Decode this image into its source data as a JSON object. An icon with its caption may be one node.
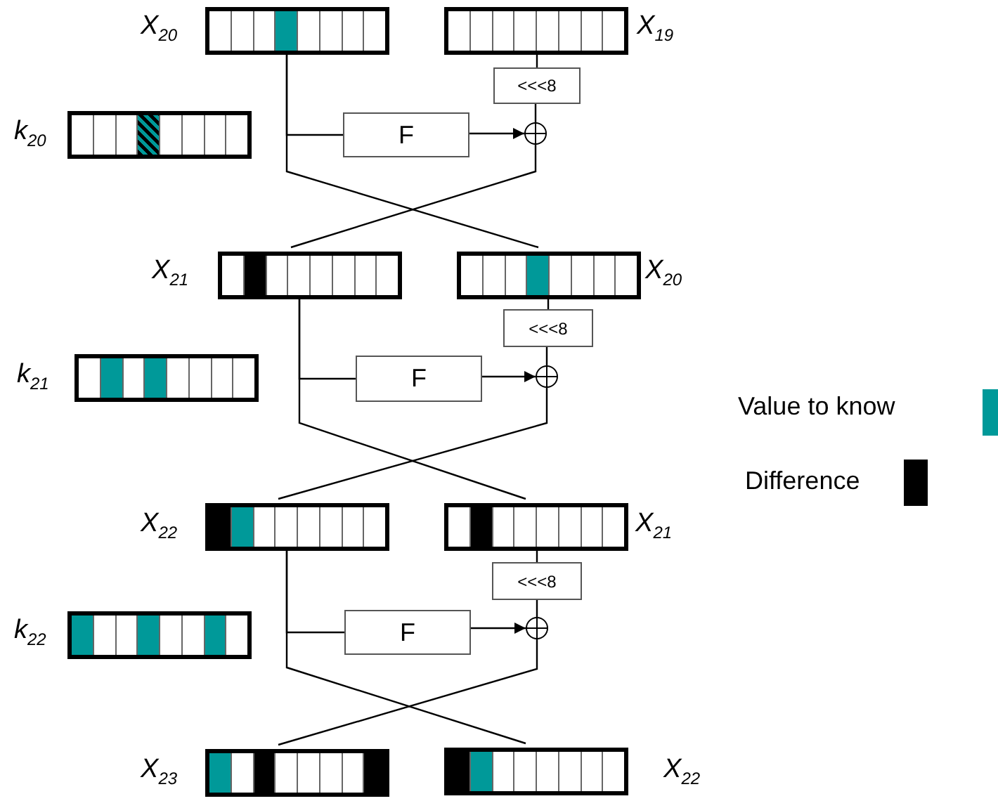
{
  "diagram": {
    "nodes": [
      {
        "text": [],
        "shape": "bar",
        "beside": [
          "X$_{20}$"
        ]
      },
      {
        "text": [],
        "shape": "bar",
        "beside": [
          "X$_{19}$"
        ]
      },
      {
        "text": [
          "<<<8"
        ]
      },
      {
        "text": [],
        "shape": "bar",
        "beside": [
          "k$_{20}$"
        ]
      },
      {
        "text": [
          "F"
        ]
      },
      {
        "text": [],
        "shape": "circle"
      },
      {
        "text": [],
        "shape": "bar",
        "beside": [
          "X$_{21}$"
        ]
      },
      {
        "text": [],
        "shape": "bar",
        "beside": [
          "X$_{20}$"
        ]
      },
      {
        "text": [
          "<<<8"
        ]
      },
      {
        "text": [],
        "shape": "bar",
        "beside": [
          "k$_{21}$"
        ]
      },
      {
        "text": [
          "F"
        ]
      },
      {
        "text": [],
        "shape": "circle"
      },
      {
        "text": [],
        "shape": "bar",
        "beside": [
          "X$_{22}$"
        ]
      },
      {
        "text": [],
        "shape": "bar",
        "beside": [
          "X$_{21}$"
        ]
      },
      {
        "text": [
          "<<<8"
        ]
      },
      {
        "text": [],
        "shape": "bar",
        "beside": [
          "k$_{22}$"
        ]
      },
      {
        "text": [
          "F"
        ]
      },
      {
        "text": [],
        "shape": "circle"
      },
      {
        "text": [],
        "shape": "bar",
        "beside": [
          "X$_{23}$"
        ]
      },
      {
        "text": [],
        "shape": "bar",
        "beside": [
          "X$_{22}$"
        ]
      }
    ],
    "edges": [
      {
        "from": 0,
        "to": 4,
        "arrow": "none"
      },
      {
        "from": 4,
        "to": 5,
        "arrow": "to"
      },
      {
        "from": 1,
        "to": 2,
        "arrow": "none"
      },
      {
        "from": 2,
        "to": 5,
        "arrow": "none"
      },
      {
        "from": 5,
        "to": 6,
        "arrow": "none"
      },
      {
        "from": 0,
        "to": 7,
        "arrow": "none"
      },
      {
        "from": 6,
        "to": 10,
        "arrow": "none"
      },
      {
        "from": 10,
        "to": 11,
        "arrow": "to"
      },
      {
        "from": 7,
        "to": 8,
        "arrow": "none"
      },
      {
        "from": 8,
        "to": 11,
        "arrow": "none"
      },
      {
        "from": 11,
        "to": 12,
        "arrow": "none"
      },
      {
        "from": 6,
        "to": 13,
        "arrow": "none"
      },
      {
        "from": 12,
        "to": 16,
        "arrow": "none"
      },
      {
        "from": 16,
        "to": 17,
        "arrow": "to"
      },
      {
        "from": 13,
        "to": 14,
        "arrow": "none"
      },
      {
        "from": 14,
        "to": 17,
        "arrow": "none"
      },
      {
        "from": 17,
        "to": 18,
        "arrow": "none"
      },
      {
        "from": 12,
        "to": 19,
        "arrow": "none"
      }
    ],
    "legend": [
      {
        "text": "Value to know",
        "color": "#009999"
      },
      {
        "text": "Difference",
        "color": "#000000"
      }
    ]
  }
}
